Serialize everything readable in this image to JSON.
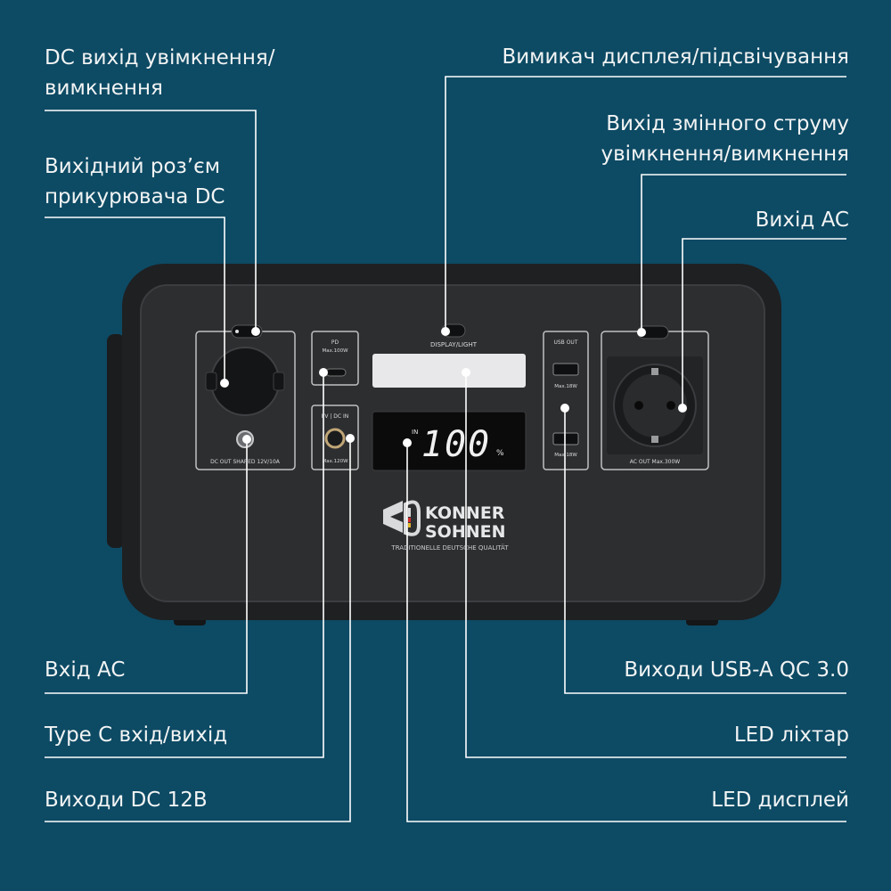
{
  "labels": {
    "dc_switch_line1": "DC вихід увімкнення/",
    "dc_switch_line2": "вимкнення",
    "cig_line1": "Вихідний роз’єм",
    "cig_line2": "прикурювача DC",
    "ac_input": "Вхід AC",
    "typec": "Type C вхід/вихід",
    "dc12": "Виходи DC 12В",
    "display_switch": "Вимикач дисплея/підсвічування",
    "ac_switch_line1": "Вихід змінного струму",
    "ac_switch_line2": "увімкнення/вимкнення",
    "ac_out": "Вихід AC",
    "usb_out": "Виходи USB-A QC 3.0",
    "led_light": "LED ліхтар",
    "led_display": "LED дисплей"
  },
  "device": {
    "dc_out_label": "DC OUT SHARED 12V/10A",
    "pd_label": "PD",
    "pd_max": "Max.100W",
    "pv_label": "PV | DC IN",
    "pv_max": "Max.120W",
    "display_light_label": "DISPLAY/LIGHT",
    "screen_in": "IN",
    "screen_value": "100",
    "screen_unit": "%",
    "usb_out_label": "USB OUT",
    "usb_max_1": "Max.18W",
    "usb_max_2": "Max.18W",
    "ac_out_label": "AC OUT Max.300W",
    "brand_line1": "KONNER",
    "brand_line2": "SOHNEN",
    "brand_tagline": "TRADITIONELLE DEUTSCHE QUALITÄT"
  },
  "colors": {
    "background": "#0d4a64",
    "device_body": "#2a2b2d",
    "leader": "#ffffff"
  }
}
